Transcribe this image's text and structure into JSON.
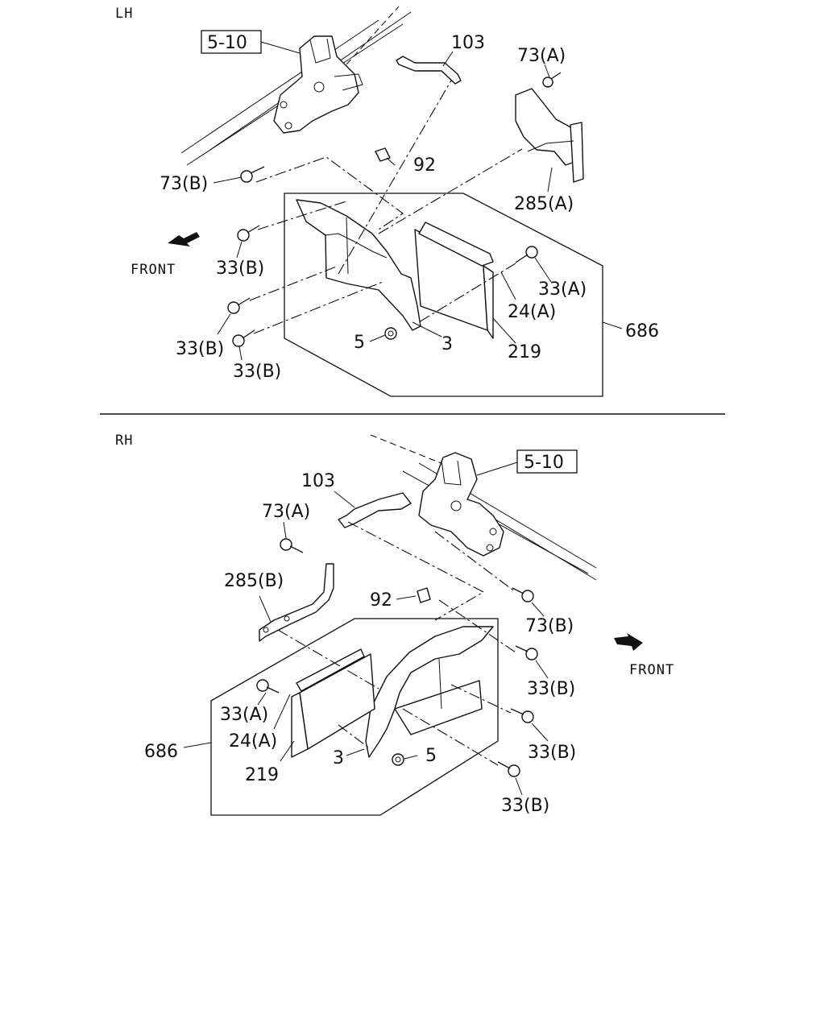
{
  "lh": {
    "side_label": "LH",
    "front_label": "FRONT",
    "labels": {
      "ref_box": "5-10",
      "l103": "103",
      "l73a": "73(A)",
      "l73b": "73(B)",
      "l92": "92",
      "l285a": "285(A)",
      "l33b_1": "33(B)",
      "l33a": "33(A)",
      "l24a": "24(A)",
      "l33b_2": "33(B)",
      "l33b_3": "33(B)",
      "l5": "5",
      "l3": "3",
      "l219": "219",
      "l686": "686"
    }
  },
  "rh": {
    "side_label": "RH",
    "front_label": "FRONT",
    "labels": {
      "ref_box": "5-10",
      "l103": "103",
      "l73a": "73(A)",
      "l285b": "285(B)",
      "l92": "92",
      "l73b": "73(B)",
      "l33b_1": "33(B)",
      "l33a": "33(A)",
      "l24a": "24(A)",
      "l686": "686",
      "l33b_2": "33(B)",
      "l3": "3",
      "l5": "5",
      "l219": "219",
      "l33b_3": "33(B)"
    }
  }
}
